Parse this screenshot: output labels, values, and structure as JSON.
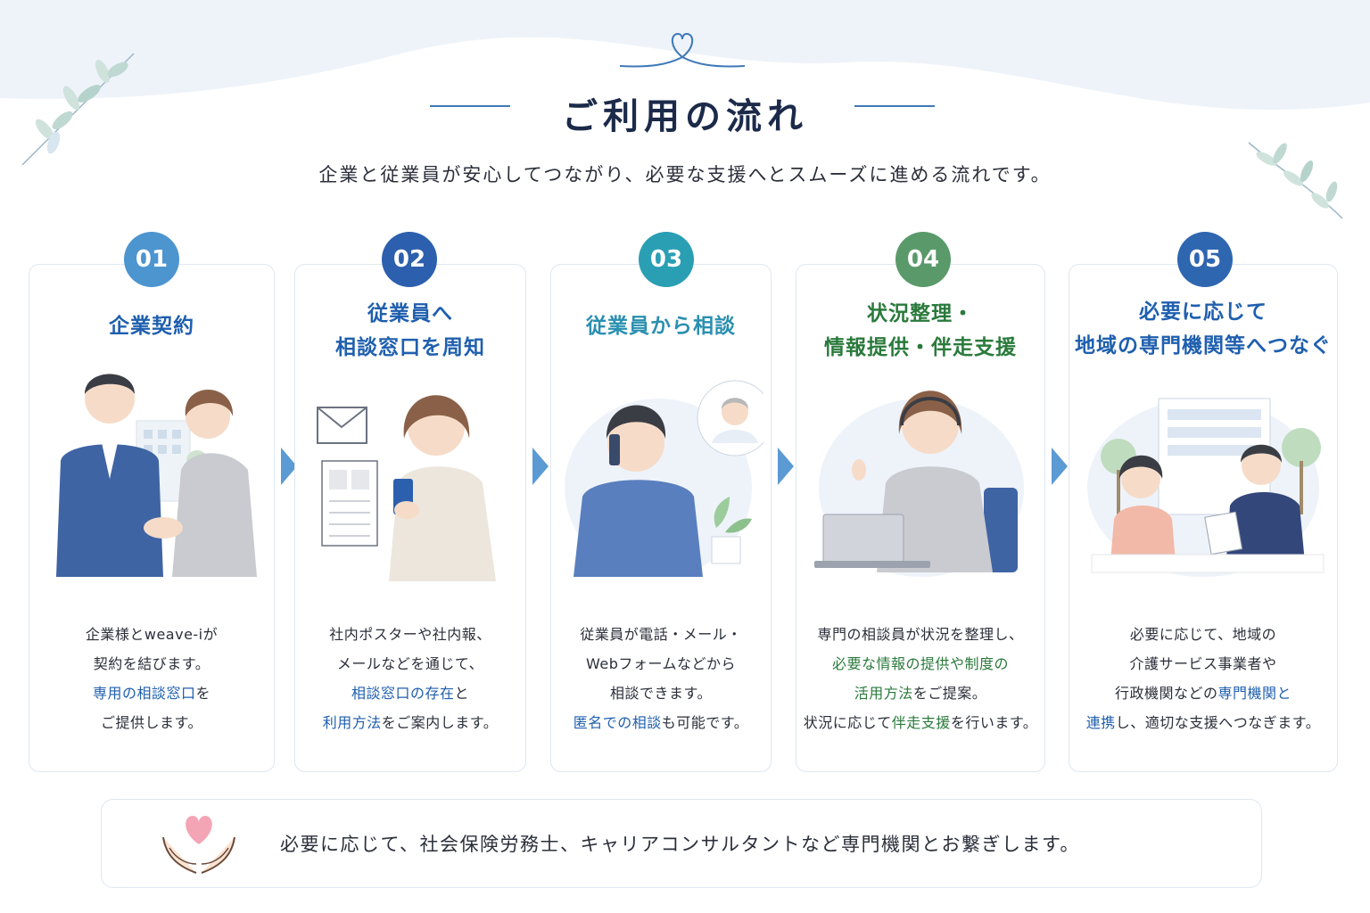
{
  "header": {
    "title": "ご利用の流れ",
    "subtitle": "企業と従業員が安心してつながり、必要な支援へとスムーズに進める流れです。"
  },
  "steps": [
    {
      "number": "01",
      "title_lines": [
        "企業契約"
      ],
      "color": "#4d95cf",
      "title_color": "#1f5fae",
      "body": [
        [
          {
            "t": "企業様とweave-iが"
          }
        ],
        [
          {
            "t": "契約を結びます。"
          }
        ],
        [
          {
            "t": "専用の相談窓口",
            "hl": "blue"
          },
          {
            "t": "を"
          }
        ],
        [
          {
            "t": "ご提供します。"
          }
        ]
      ]
    },
    {
      "number": "02",
      "title_lines": [
        "従業員へ",
        "相談窓口を周知"
      ],
      "color": "#2c5fae",
      "title_color": "#1f5fae",
      "body": [
        [
          {
            "t": "社内ポスターや社内報、"
          }
        ],
        [
          {
            "t": "メールなどを通じて、"
          }
        ],
        [
          {
            "t": "相談窓口の存在",
            "hl": "blue"
          },
          {
            "t": "と"
          }
        ],
        [
          {
            "t": "利用方法",
            "hl": "blue"
          },
          {
            "t": "をご案内します。"
          }
        ]
      ]
    },
    {
      "number": "03",
      "title_lines": [
        "従業員から相談"
      ],
      "color": "#2a9fb4",
      "title_color": "#2a8fb0",
      "body": [
        [
          {
            "t": "従業員が電話・メール・"
          }
        ],
        [
          {
            "t": "Webフォームなどから"
          }
        ],
        [
          {
            "t": "相談できます。"
          }
        ],
        [
          {
            "t": "匿名での相談",
            "hl": "blue"
          },
          {
            "t": "も可能です。"
          }
        ]
      ]
    },
    {
      "number": "04",
      "title_lines": [
        "状況整理・",
        "情報提供・伴走支援"
      ],
      "color": "#5a9a6a",
      "title_color": "#2a7a3c",
      "body": [
        [
          {
            "t": "専門の相談員が状況を整理し、"
          }
        ],
        [
          {
            "t": "必要な情報の提供や制度の",
            "hl": "green"
          }
        ],
        [
          {
            "t": "活用方法",
            "hl": "green"
          },
          {
            "t": "をご提案。"
          }
        ],
        [
          {
            "t": "状況に応じて"
          },
          {
            "t": "伴走支援",
            "hl": "green"
          },
          {
            "t": "を行います。"
          }
        ]
      ]
    },
    {
      "number": "05",
      "title_lines": [
        "必要に応じて",
        "地域の専門機関等へつなぐ"
      ],
      "color": "#2f66b0",
      "title_color": "#1f5fae",
      "body": [
        [
          {
            "t": "必要に応じて、地域の"
          }
        ],
        [
          {
            "t": "介護サービス事業者や"
          }
        ],
        [
          {
            "t": "行政機関などの"
          },
          {
            "t": "専門機関と",
            "hl": "blue"
          }
        ],
        [
          {
            "t": "連携",
            "hl": "blue"
          },
          {
            "t": "し、適切な支援へつなぎます。"
          }
        ]
      ]
    }
  ],
  "footer": {
    "text": "必要に応じて、社会保険労務士、キャリアコンサルタントなど専門機関とお繋ぎします。"
  }
}
